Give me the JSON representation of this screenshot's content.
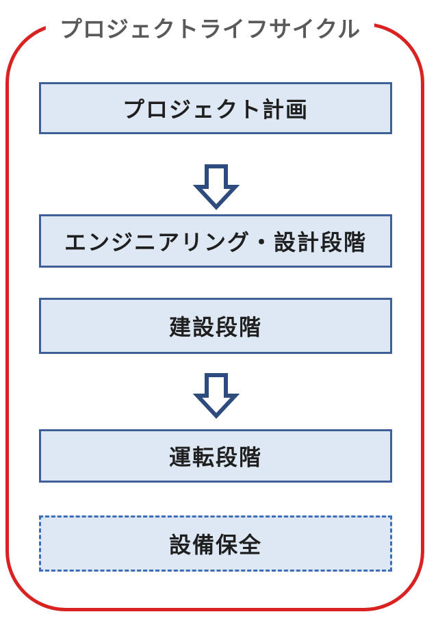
{
  "title": "プロジェクトライフサイクル",
  "boxes": [
    {
      "label": "プロジェクト計画",
      "style": "solid"
    },
    {
      "label": "エンジニアリング・設計段階",
      "style": "solid"
    },
    {
      "label": "建設段階",
      "style": "solid"
    },
    {
      "label": "運転段階",
      "style": "solid"
    },
    {
      "label": "設備保全",
      "style": "dashed"
    }
  ],
  "arrows": [
    {
      "name": "down-arrow-icon",
      "direction": "down"
    },
    {
      "name": "down-arrow-icon",
      "direction": "down"
    }
  ],
  "colors": {
    "frame_red": "#d92323",
    "box_border_blue": "#3e6096",
    "box_fill_light_blue": "#dde8f4",
    "dashed_border_blue": "#3d6eb5",
    "arrow_outline_navy": "#2e4b7e",
    "title_gray": "#595959",
    "box_text": "#1f1f1f",
    "background": "#ffffff"
  }
}
